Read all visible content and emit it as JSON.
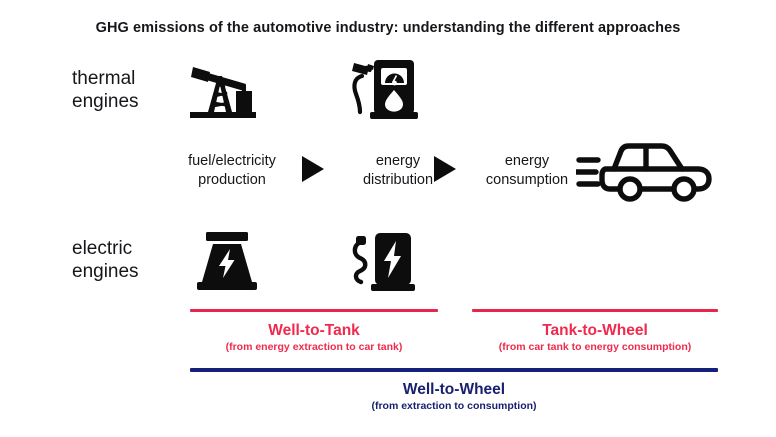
{
  "title": "GHG emissions of the automotive industry: understanding the different approaches",
  "colors": {
    "red": "#e8264a",
    "red_text": "#ef2a4e",
    "navy": "#14207a",
    "navy_text": "#1a2070",
    "ink": "#15171a",
    "background": "#ffffff"
  },
  "rows": {
    "thermal": {
      "line1": "thermal",
      "line2": "engines"
    },
    "electric": {
      "line1": "electric",
      "line2": "engines"
    }
  },
  "chain": {
    "steps": [
      {
        "line1": "fuel/electricity",
        "line2": "production"
      },
      {
        "line1": "energy",
        "line2": "distribution"
      },
      {
        "line1": "energy",
        "line2": "consumption"
      }
    ],
    "arrow_glyph": "triangle-right"
  },
  "icons": {
    "oil_pump": "oil-pumpjack-icon",
    "fuel_pump": "fuel-pump-icon",
    "power_plant": "power-plant-icon",
    "ev_charger": "ev-charging-station-icon",
    "car": "car-icon"
  },
  "brackets": {
    "well_to_tank": {
      "title": "Well-to-Tank",
      "subtitle": "(from energy extraction to car tank)"
    },
    "tank_to_wheel": {
      "title": "Tank-to-Wheel",
      "subtitle": "(from car tank to energy consumption)"
    },
    "well_to_wheel": {
      "title": "Well-to-Wheel",
      "subtitle": "(from extraction to consumption)"
    }
  }
}
